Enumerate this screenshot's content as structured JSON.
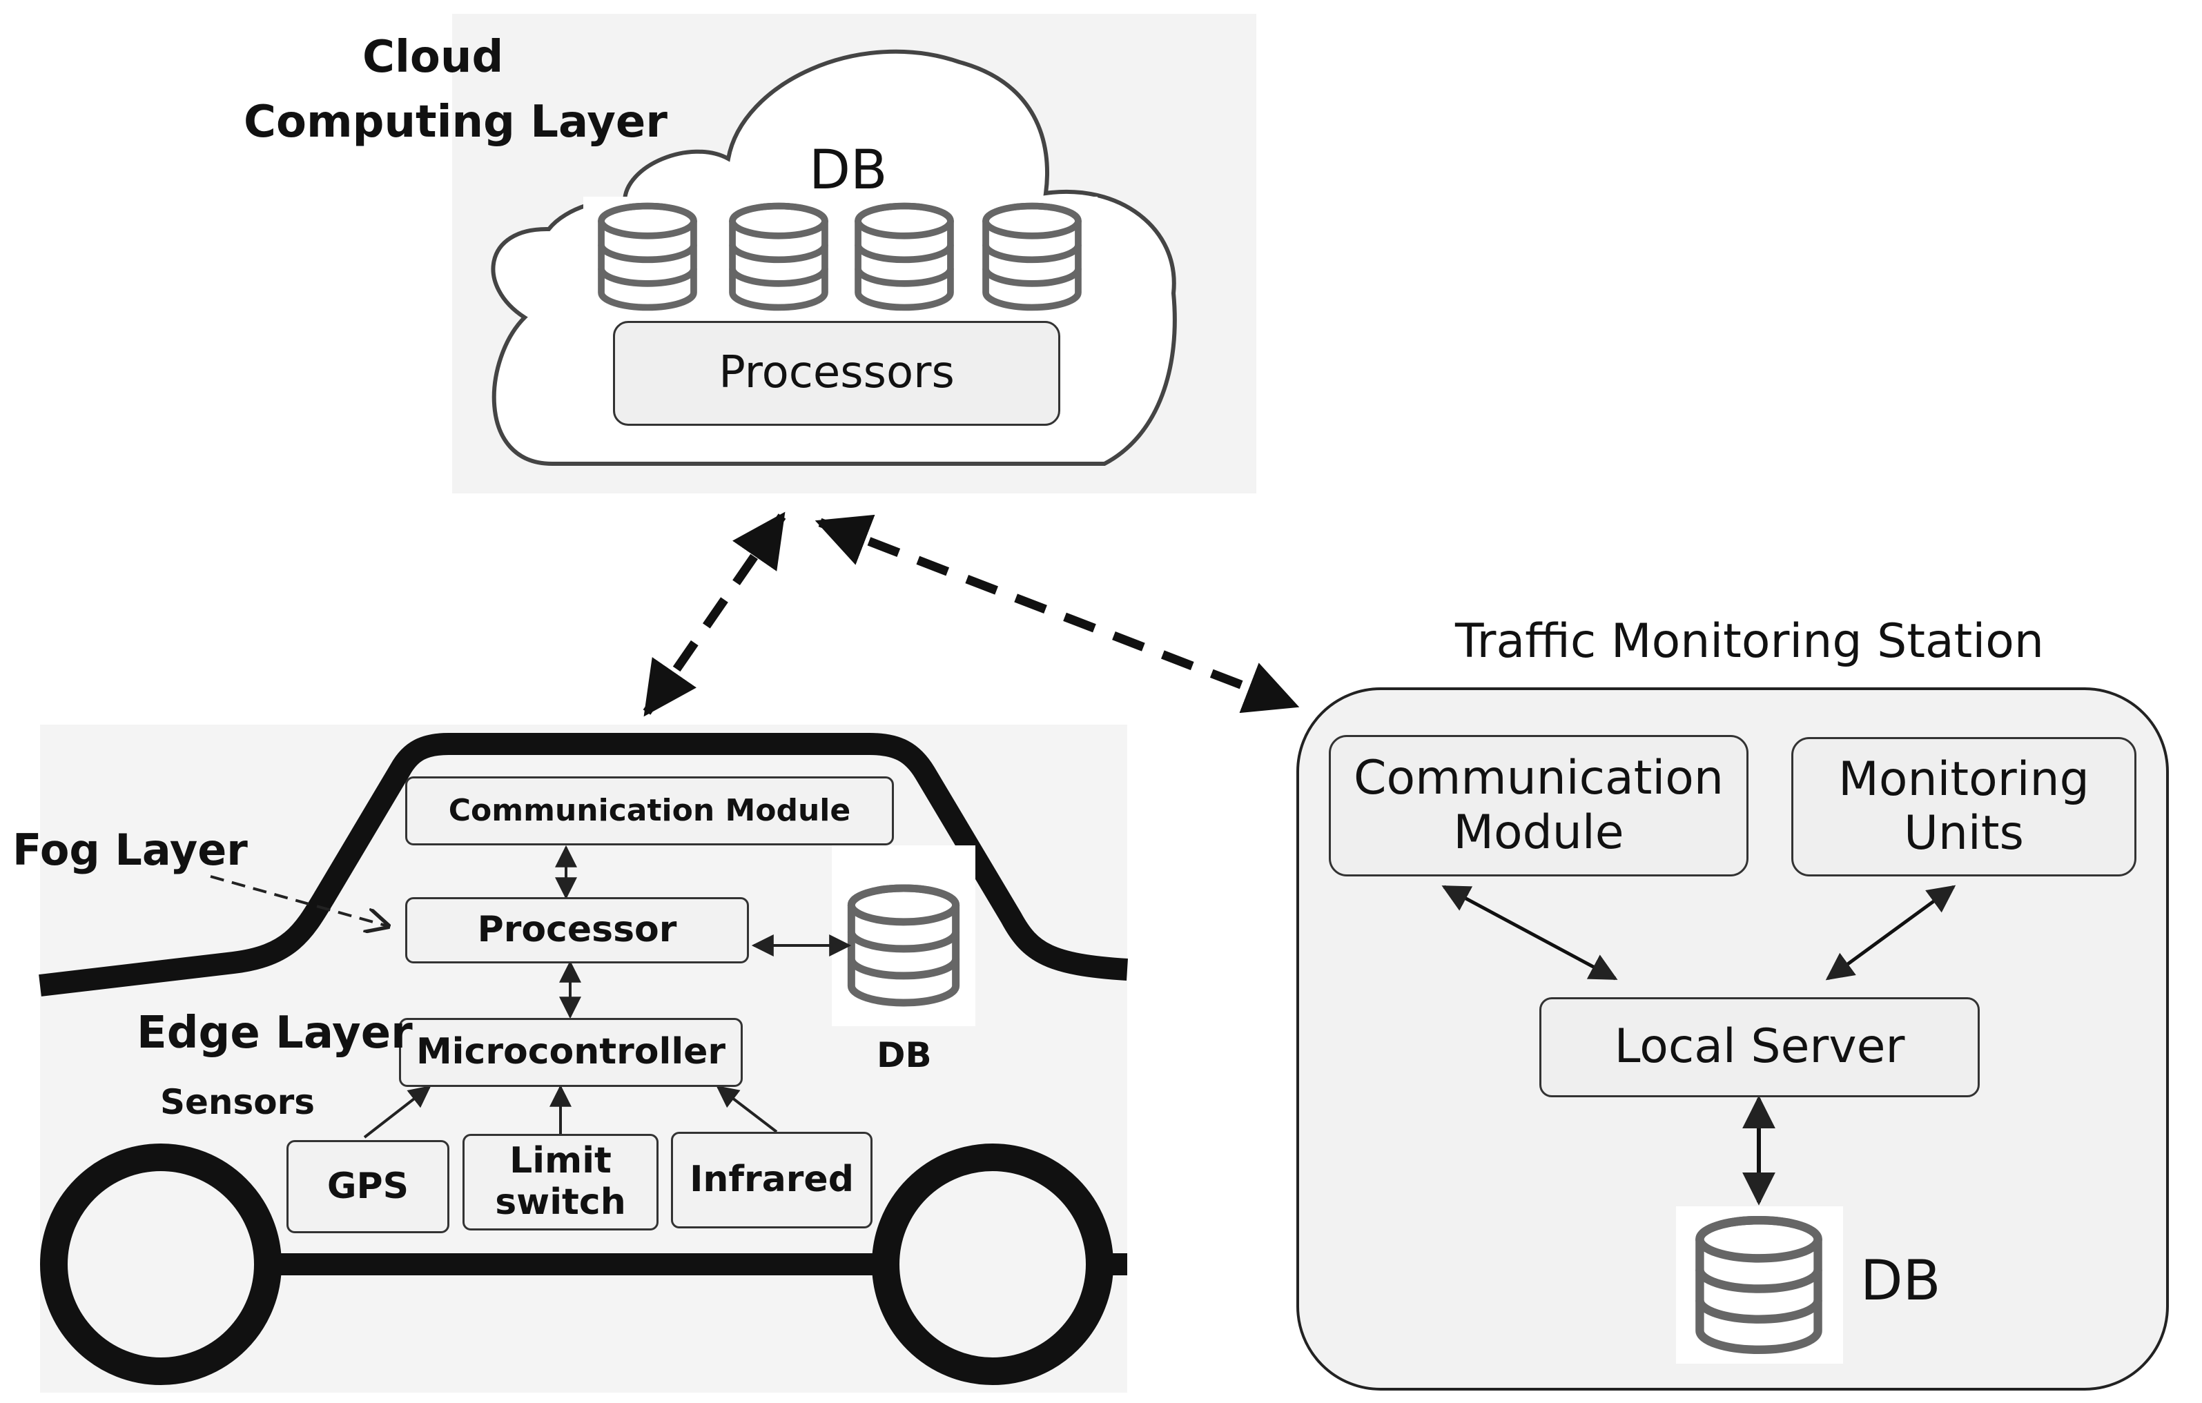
{
  "cloud": {
    "title_line1": "Cloud",
    "title_line2": "Computing Layer",
    "db_label": "DB",
    "processors_label": "Processors"
  },
  "vehicle": {
    "fog_layer_label": "Fog Layer",
    "edge_layer_label": "Edge Layer",
    "sensors_label": "Sensors",
    "communication_module_label": "Communication Module",
    "processor_label": "Processor",
    "microcontroller_label": "Microcontroller",
    "db_label": "DB",
    "sensor_items": [
      {
        "line1": "GPS",
        "line2": ""
      },
      {
        "line1": "Limit",
        "line2": "switch"
      },
      {
        "line1": "Infrared",
        "line2": ""
      }
    ]
  },
  "station": {
    "title": "Traffic Monitoring Station",
    "communication_module_line1": "Communication",
    "communication_module_line2": "Module",
    "monitoring_units_line1": "Monitoring",
    "monitoring_units_line2": "Units",
    "local_server_label": "Local Server",
    "db_label": "DB"
  },
  "icons": {
    "database": "database-icon",
    "cloud": "cloud-icon",
    "vehicle": "car-outline-icon"
  },
  "colors": {
    "stroke": "#111111",
    "panel_bg": "#f2f2f2",
    "box_bg": "#efefef",
    "db_icon": "#666666"
  }
}
